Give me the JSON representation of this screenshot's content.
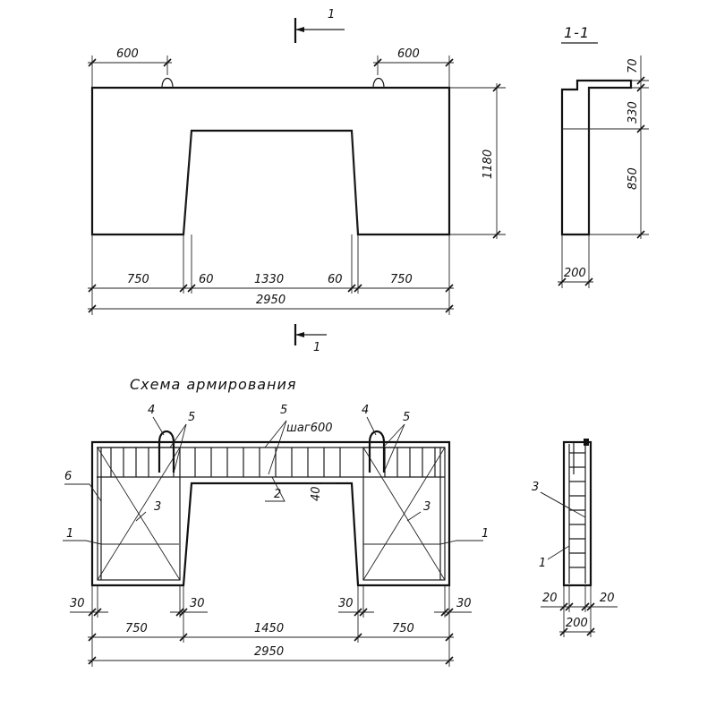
{
  "front_view": {
    "section_marker_top": "1",
    "section_marker_bottom": "1",
    "dim_600_left": "600",
    "dim_600_right": "600",
    "dim_1180": "1180",
    "dim_750_left": "750",
    "dim_60_left": "60",
    "dim_1330": "1330",
    "dim_60_right": "60",
    "dim_750_right": "750",
    "dim_2950": "2950"
  },
  "section_view": {
    "title": "1-1",
    "dim_70": "70",
    "dim_330": "330",
    "dim_850": "850",
    "dim_200": "200"
  },
  "reinforcement": {
    "title": "Схема    армирования",
    "label_4_left": "4",
    "label_5_left": "5",
    "label_5_mid": "5",
    "label_step": "шаг600",
    "label_4_right": "4",
    "label_5_right": "5",
    "label_6": "6",
    "label_3_left": "3",
    "label_3_right": "3",
    "label_1_left": "1",
    "label_1_right": "1",
    "label_2": "2",
    "label_40": "40",
    "dim_30_a": "30",
    "dim_30_b": "30",
    "dim_30_c": "30",
    "dim_30_d": "30",
    "dim_750_left": "750",
    "dim_1450": "1450",
    "dim_750_right": "750",
    "dim_2950": "2950"
  },
  "reinforcement_section": {
    "label_3": "3",
    "label_1": "1",
    "dim_20_left": "20",
    "dim_20_right": "20",
    "dim_200": "200"
  }
}
